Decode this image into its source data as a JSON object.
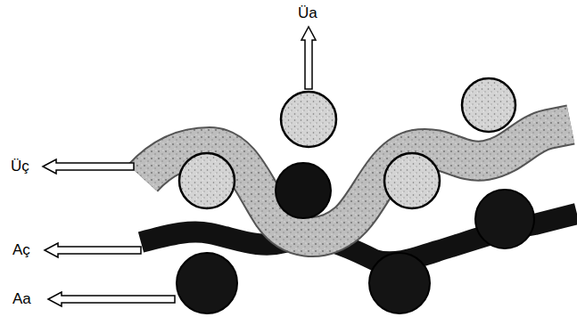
{
  "diagram": {
    "labels": [
      "Üa",
      "Üç",
      "Aç",
      "Aa"
    ]
  }
}
